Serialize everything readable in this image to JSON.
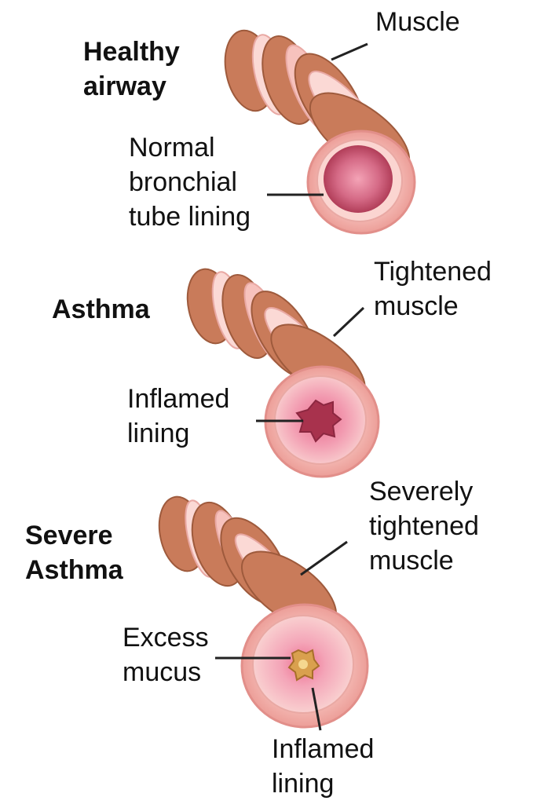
{
  "colors": {
    "muscle_band": "#c97b5a",
    "muscle_band_dark": "#9e5a3c",
    "tissue_pink": "#f4b6b3",
    "tissue_light": "#fbd9d5",
    "lumen_dark": "#a8324d",
    "lumen_mid": "#d56a86",
    "mucus": "#d9a04e",
    "leader_line": "#222222"
  },
  "panels": [
    {
      "title_lines": [
        "Healthy",
        "airway"
      ],
      "labels": [
        {
          "lines": [
            "Muscle"
          ]
        },
        {
          "lines": [
            "Normal",
            "bronchial",
            "tube lining"
          ]
        }
      ]
    },
    {
      "title_lines": [
        "Asthma"
      ],
      "labels": [
        {
          "lines": [
            "Tightened",
            "muscle"
          ]
        },
        {
          "lines": [
            "Inflamed",
            "lining"
          ]
        }
      ]
    },
    {
      "title_lines": [
        "Severe",
        "Asthma"
      ],
      "labels": [
        {
          "lines": [
            "Severely",
            "tightened",
            "muscle"
          ]
        },
        {
          "lines": [
            "Excess",
            "mucus"
          ]
        },
        {
          "lines": [
            "Inflamed",
            "lining"
          ]
        }
      ]
    }
  ]
}
